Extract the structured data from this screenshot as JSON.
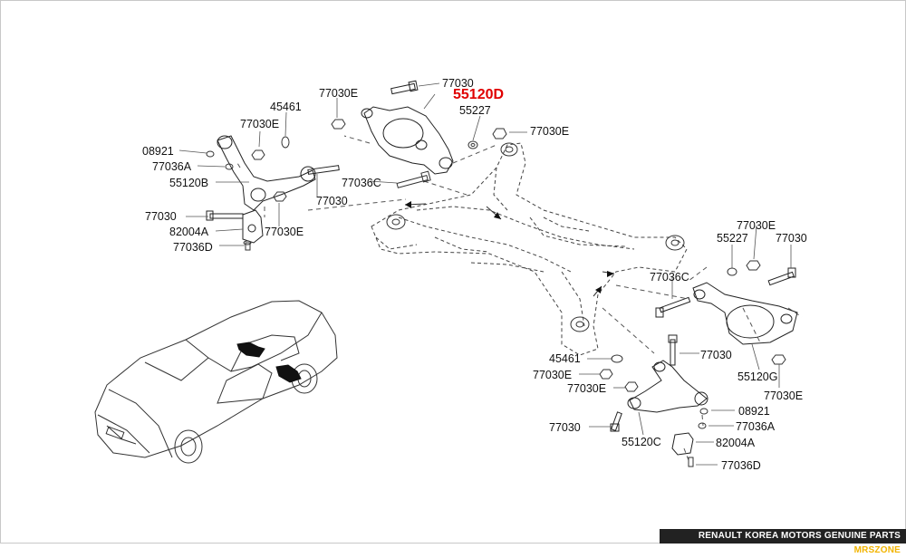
{
  "labels": {
    "l_77030_top": "77030",
    "l_55120D": "55120D",
    "l_77030E_top": "77030E",
    "l_55227_top": "55227",
    "l_77030E_topright": "77030E",
    "l_45461_left": "45461",
    "l_77030E_left": "77030E",
    "l_08921_left": "08921",
    "l_77036A_left": "77036A",
    "l_55120B": "55120B",
    "l_77036C_top": "77036C",
    "l_77030_mid": "77030",
    "l_77030_left": "77030",
    "l_82004A_left": "82004A",
    "l_77030E_leftbot": "77030E",
    "l_77036D_left": "77036D",
    "l_77030E_right": "77030E",
    "l_55227_right": "55227",
    "l_77030_right": "77030",
    "l_77036C_right": "77036C",
    "l_77030_rightlow": "77030",
    "l_45461_right": "45461",
    "l_77030E_rb1": "77030E",
    "l_77030E_rb2": "77030E",
    "l_55120G": "55120G",
    "l_77030E_farright": "77030E",
    "l_08921_right": "08921",
    "l_77036A_right": "77036A",
    "l_77030_bot": "77030",
    "l_55120C": "55120C",
    "l_82004A_right": "82004A",
    "l_77036D_right": "77036D"
  },
  "watermark": {
    "text": "RENAULT KOREA MOTORS GENUINE PARTS",
    "brand": "MRSZONE"
  },
  "colors": {
    "highlight": "#e00000",
    "watermark_bg": "#222222",
    "watermark_brand": "#f2b400"
  }
}
